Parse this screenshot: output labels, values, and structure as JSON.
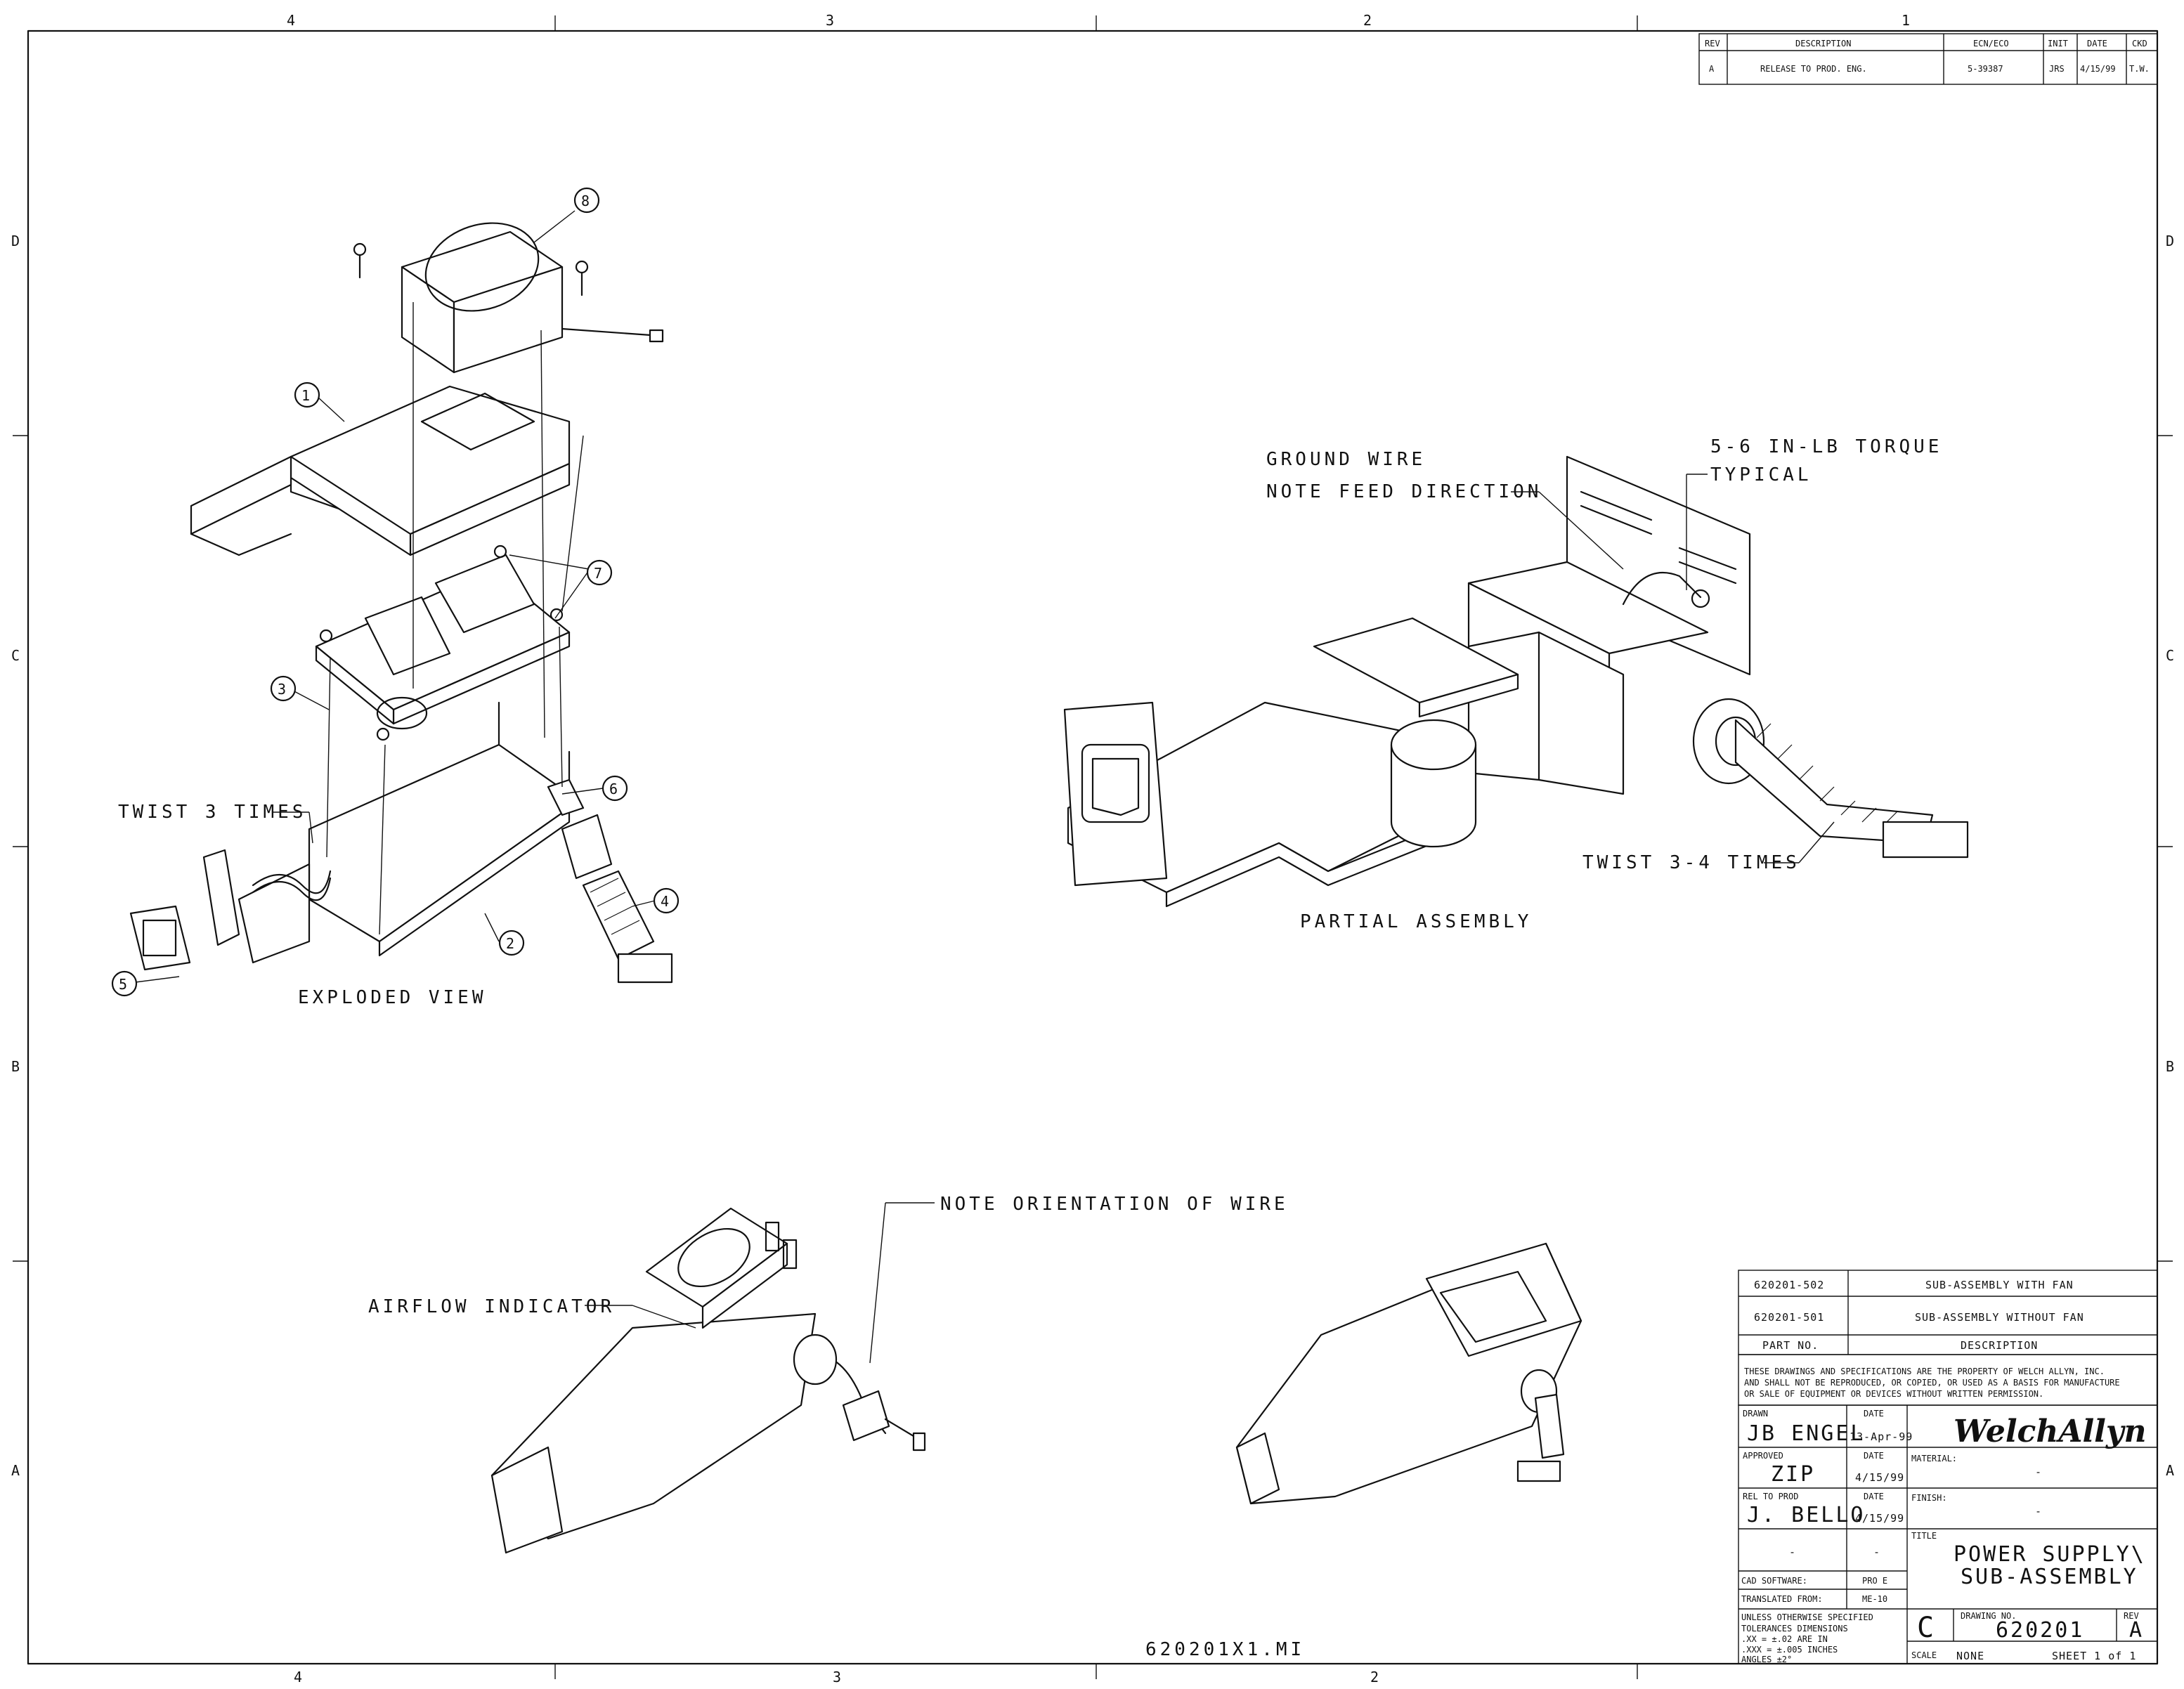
{
  "zones": {
    "columns_top": [
      "4",
      "3",
      "2",
      "1"
    ],
    "columns_bottom": [
      "4",
      "3",
      "2"
    ],
    "rows": [
      "D",
      "C",
      "B",
      "A"
    ]
  },
  "revision_block": {
    "headers": [
      "REV",
      "DESCRIPTION",
      "ECN/ECO",
      "INIT",
      "DATE",
      "CKD"
    ],
    "row": [
      "A",
      "RELEASE TO PROD. ENG.",
      "5-39387",
      "JRS",
      "4/15/99",
      "T.W."
    ]
  },
  "labels": {
    "exploded_view": "EXPLODED VIEW",
    "twist_3_times": "TWIST 3 TIMES",
    "partial_assembly": "PARTIAL ASSEMBLY",
    "ground_wire": "GROUND WIRE",
    "note_feed": "NOTE FEED DIRECTION",
    "torque": "5-6 IN-LB TORQUE",
    "typical": "TYPICAL",
    "twist_3_4": "TWIST 3-4 TIMES",
    "note_orientation": "NOTE ORIENTATION OF WIRE",
    "airflow": "AIRFLOW INDICATOR",
    "file_name": "620201X1.MI"
  },
  "balloons": [
    "8",
    "1",
    "7",
    "3",
    "6",
    "4",
    "2",
    "5"
  ],
  "parts_list": [
    {
      "part_no": "620201-502",
      "description": "SUB-ASSEMBLY WITH FAN"
    },
    {
      "part_no": "620201-501",
      "description": "SUB-ASSEMBLY WITHOUT FAN"
    }
  ],
  "parts_header": {
    "part_no": "PART NO.",
    "description": "DESCRIPTION"
  },
  "notice": [
    "THESE DRAWINGS AND SPECIFICATIONS ARE THE PROPERTY OF WELCH ALLYN, INC.",
    "AND SHALL NOT BE REPRODUCED, OR COPIED, OR USED AS A BASIS FOR MANUFACTURE",
    "OR SALE OF EQUIPMENT OR DEVICES WITHOUT WRITTEN PERMISSION."
  ],
  "title_block": {
    "drawn_label": "DRAWN",
    "drawn": "JB ENGEL",
    "date_label": "DATE",
    "drawn_date": "13-Apr-99",
    "approved_label": "APPROVED",
    "approved": "ZIP",
    "approved_date": "4/15/99",
    "rel_label": "REL TO PROD",
    "rel": "J. BELLO",
    "rel_date": "4/15/99",
    "blank1": "-",
    "blank2": "-",
    "cad_label": "CAD SOFTWARE:",
    "cad": "PRO E",
    "translated_label": "TRANSLATED FROM:",
    "translated": "ME-10",
    "logo": "WelchAllyn",
    "material_label": "MATERIAL:",
    "material": "-",
    "finish_label": "FINISH:",
    "finish": "-",
    "title_label": "TITLE",
    "title_line1": "POWER SUPPLY\\",
    "title_line2": "SUB-ASSEMBLY",
    "tolerance_header": "UNLESS OTHERWISE SPECIFIED",
    "tol_line1": "TOLERANCES    DIMENSIONS",
    "tol_line2": ".XX  = ±.02    ARE IN",
    "tol_line3": ".XXX = ±.005   INCHES",
    "tol_line4": "ANGLES ±2°",
    "size": "C",
    "drawing_no_label": "DRAWING NO.",
    "drawing_no": "620201",
    "rev_label": "REV",
    "rev": "A",
    "scale_label": "SCALE",
    "scale": "NONE",
    "sheet": "SHEET 1 of 1"
  }
}
